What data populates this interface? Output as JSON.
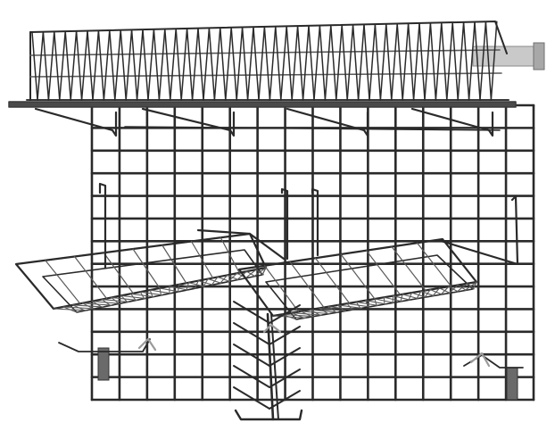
{
  "image": {
    "subject": "wire-grid-wall-rack",
    "components": [
      "wire-shelf-with-dividers",
      "wire-basket-left",
      "wire-basket-right",
      "bottle-spike-rack",
      "wall-mount-clips",
      "grid-panel"
    ],
    "colors": {
      "background": "#ffffff",
      "wire": "#2a2a2a",
      "wire_light": "#5a5a5a",
      "shelf": "#3a3a3a",
      "metal_bracket": "#9a9a9a"
    }
  }
}
